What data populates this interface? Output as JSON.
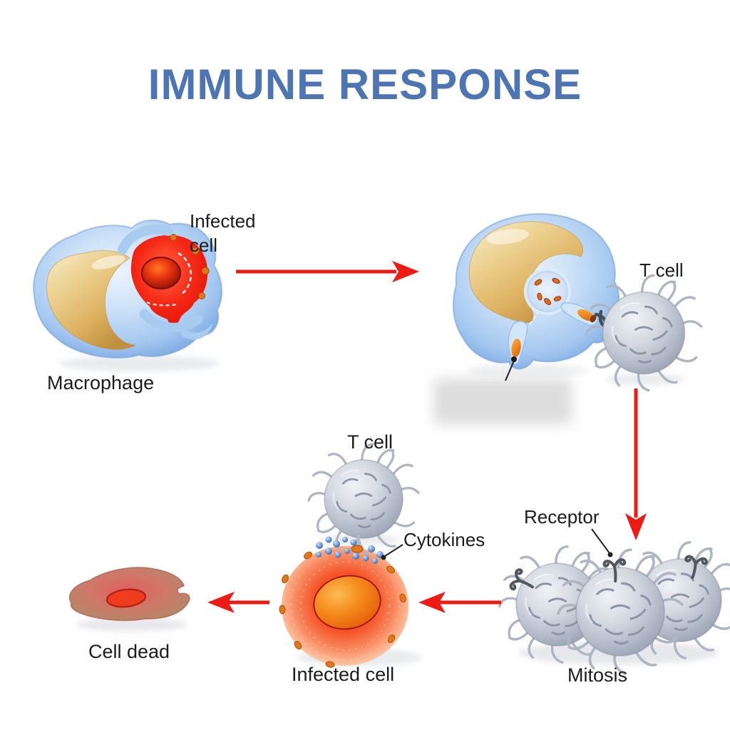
{
  "title": "IMMUNE RESPONSE",
  "palette": {
    "title_color": "#4d74b3",
    "arrow_color": "#ee1a14",
    "label_color": "#1c1c1c",
    "background": "#ffffff",
    "macrophage_blue": "#a9cdf2",
    "macrophage_nucleus_gold": "#ddb261",
    "infected_cell_red": "#f0301a",
    "t_cell_gray": "#b8bfcc",
    "cytokine_blue": "#4a7fd0",
    "dead_cell_tan": "#b98f6e"
  },
  "labels": {
    "infected_cell_engulfed": "Infected cell",
    "macrophage": "Macrophage",
    "t_cell_right": "T cell",
    "receptor": "Receptor",
    "mitosis": "Mitosis",
    "t_cell_middle": "T cell",
    "cytokines": "Cytokines",
    "infected_cell_bottom": "Infected cell",
    "cell_dead": "Cell dead"
  }
}
